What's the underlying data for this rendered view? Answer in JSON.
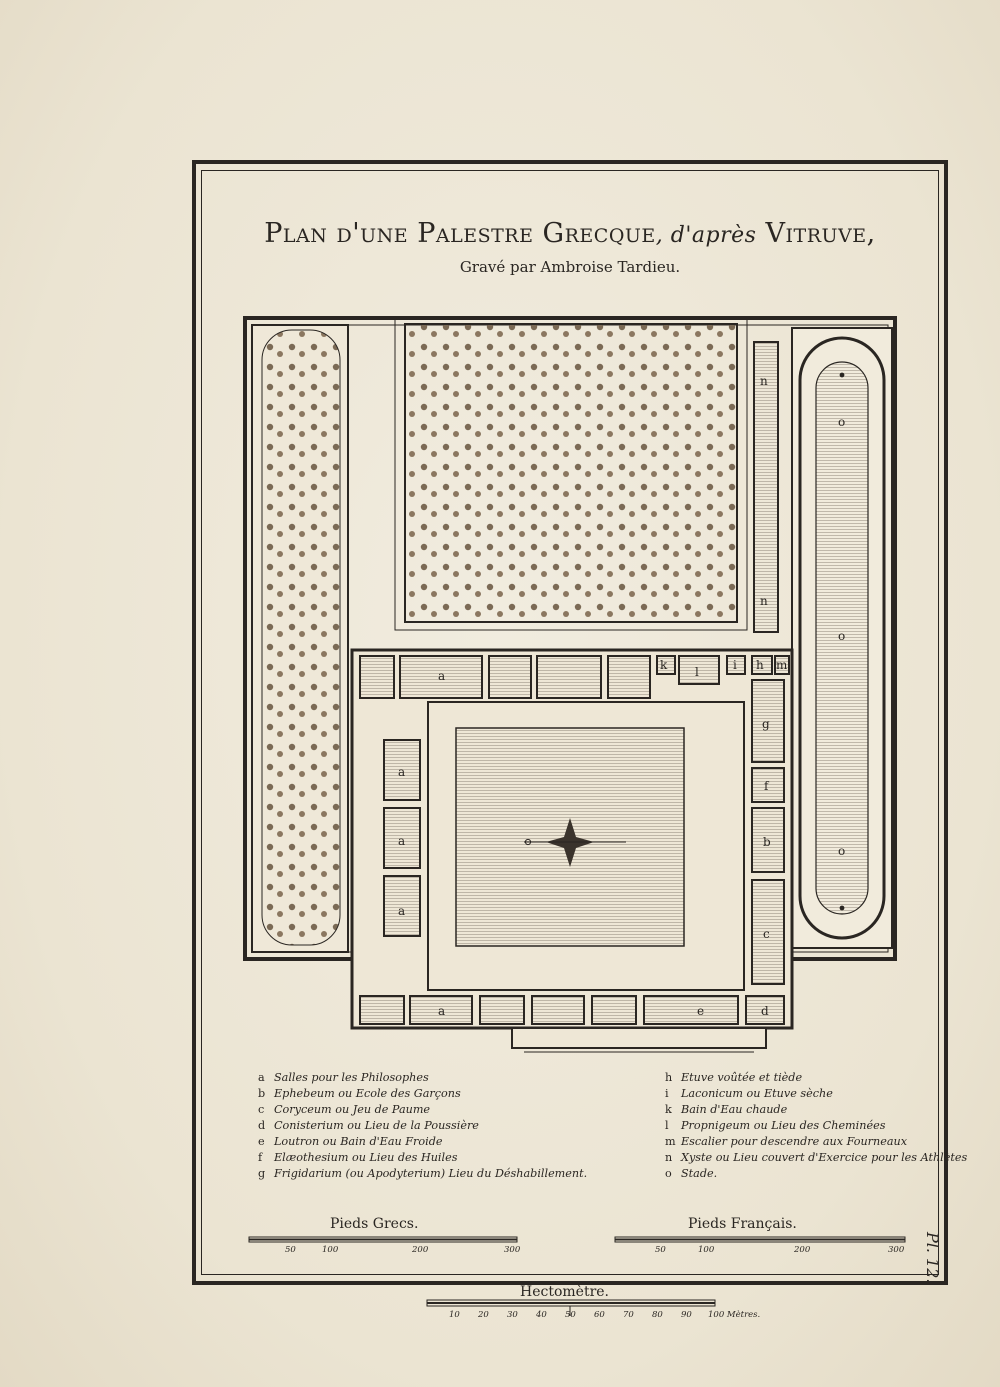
{
  "title": {
    "main_left": "Plan d'une Palestre Grecque",
    "apres": ", d'après",
    "main_right": "Vitruve,",
    "engraver": "Gravé par Ambroise Tardieu."
  },
  "plan_letters": {
    "a": "a",
    "b": "b",
    "c": "c",
    "d": "d",
    "e": "e",
    "f": "f",
    "g": "g",
    "h": "h",
    "i": "i",
    "k": "k",
    "l": "l",
    "m": "m",
    "n": "n",
    "o": "o"
  },
  "legend_left": [
    {
      "key": "a",
      "text": "Salles pour les Philosophes"
    },
    {
      "key": "b",
      "text": "Ephebeum ou Ecole des Garçons"
    },
    {
      "key": "c",
      "text": "Coryceum ou Jeu de Paume"
    },
    {
      "key": "d",
      "text": "Conisterium ou Lieu de la Poussière"
    },
    {
      "key": "e",
      "text": "Loutron ou Bain d'Eau Froide"
    },
    {
      "key": "f",
      "text": "Elæothesium ou Lieu des Huiles"
    },
    {
      "key": "g",
      "text": "Frigidarium (ou Apodyterium) Lieu du Déshabillement."
    }
  ],
  "legend_right": [
    {
      "key": "h",
      "text": "Etuve voûtée et tiède"
    },
    {
      "key": "i",
      "text": "Laconicum ou Etuve sèche"
    },
    {
      "key": "k",
      "text": "Bain d'Eau chaude"
    },
    {
      "key": "l",
      "text": "Propnigeum ou Lieu des Cheminées"
    },
    {
      "key": "m",
      "text": "Escalier pour descendre aux Fourneaux"
    },
    {
      "key": "n",
      "text": "Xyste ou Lieu couvert d'Exercice pour les Athlètes"
    },
    {
      "key": "o",
      "text": "Stade."
    }
  ],
  "scales": {
    "greek": {
      "label": "Pieds Grecs.",
      "ticks": [
        "50",
        "100",
        "200",
        "300"
      ]
    },
    "french": {
      "label": "Pieds Français.",
      "ticks": [
        "50",
        "100",
        "200",
        "300"
      ]
    },
    "metric": {
      "label": "Hectomètre.",
      "ticks": [
        "10",
        "20",
        "30",
        "40",
        "50",
        "60",
        "70",
        "80",
        "90",
        "100 Mètres."
      ]
    }
  },
  "plate_number": "Pl. 12."
}
